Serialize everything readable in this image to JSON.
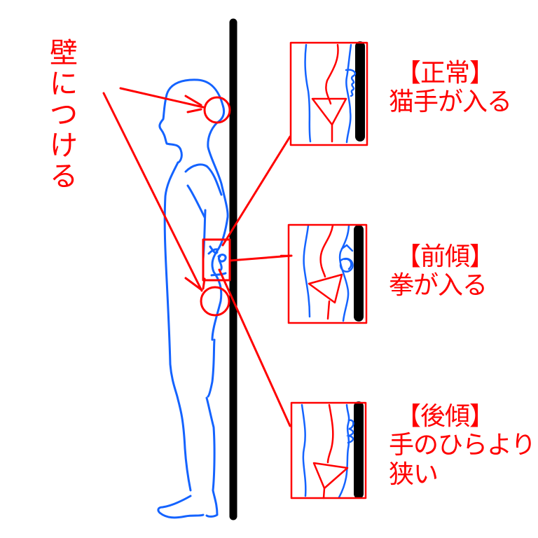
{
  "diagram": {
    "colors": {
      "annotation": "#ff0000",
      "figure": "#1463ff",
      "wall": "#000000",
      "background": "#ffffff"
    },
    "wall_label": {
      "chars": [
        "壁",
        "に",
        "つ",
        "け",
        "る"
      ],
      "text": "壁につける"
    },
    "callouts": [
      {
        "id": "normal",
        "title": "【正常】",
        "lines": [
          "猫手が入る"
        ]
      },
      {
        "id": "anterior-tilt",
        "title": "【前傾】",
        "lines": [
          "拳が入る"
        ]
      },
      {
        "id": "posterior-tilt",
        "title": "【後傾】",
        "lines": [
          "手のひらより",
          "狭い"
        ]
      }
    ]
  }
}
